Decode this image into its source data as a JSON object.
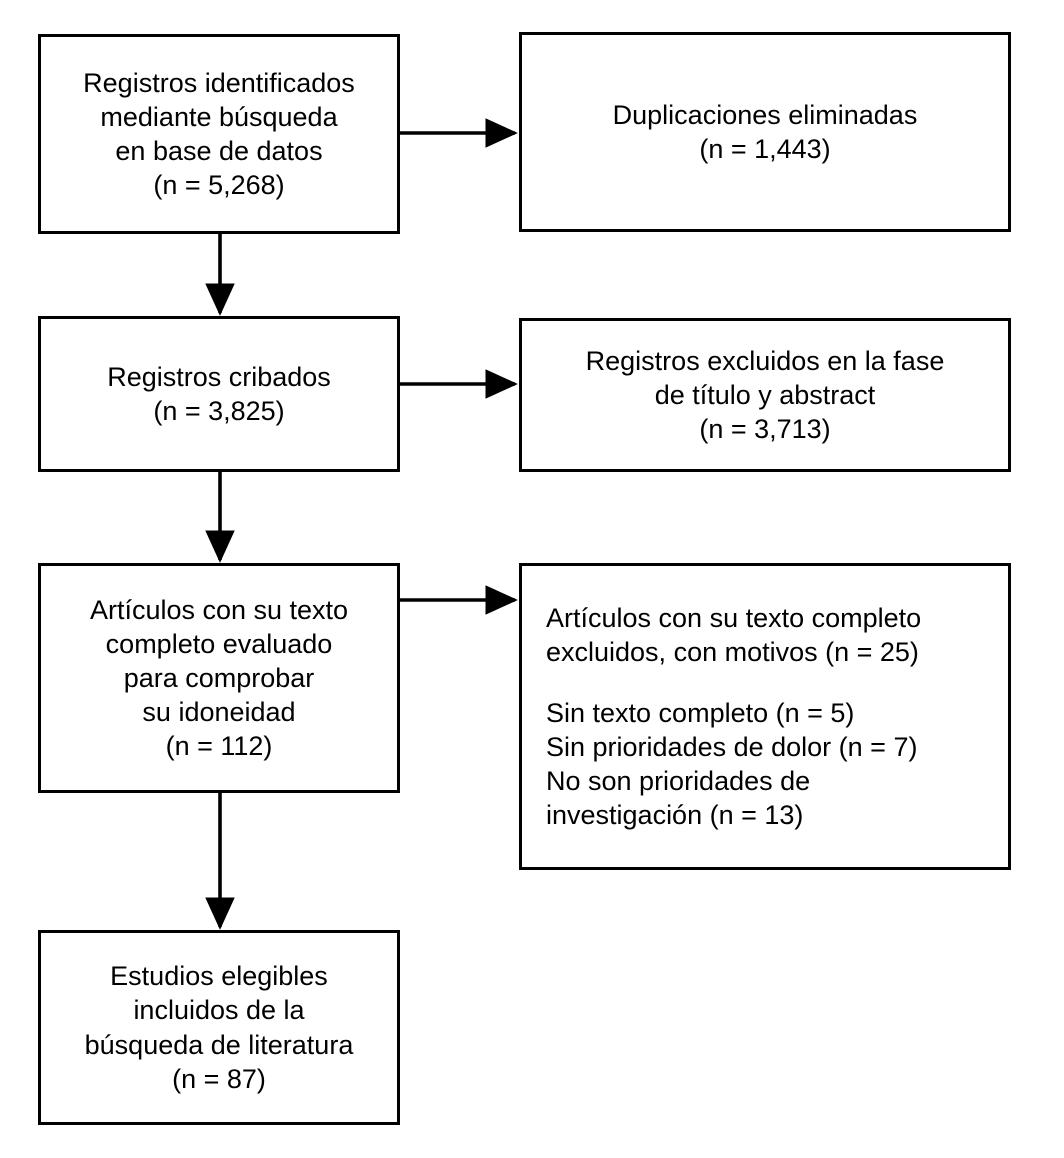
{
  "diagram": {
    "title": "PRISMA flow diagram",
    "language": "es",
    "colors": {
      "border": "#000000",
      "background": "#ffffff",
      "text": "#000000"
    }
  },
  "nodes": {
    "identified": {
      "name": "records-identified",
      "align": "center",
      "lines": [
        "Registros identificados",
        "mediante búsqueda",
        "en base de datos",
        "(n = 5,268)"
      ],
      "count": "5,268"
    },
    "duplicates": {
      "name": "duplicates-removed",
      "align": "center",
      "lines": [
        "Duplicaciones eliminadas",
        "(n = 1,443)"
      ],
      "count": "1,443"
    },
    "screened": {
      "name": "records-screened",
      "align": "center",
      "lines": [
        "Registros cribados",
        "(n = 3,825)"
      ],
      "count": "3,825"
    },
    "excluded_title_abstract": {
      "name": "records-excluded-title-abstract",
      "align": "center",
      "lines": [
        "Registros excluidos en la fase",
        "de título y abstract",
        "(n = 3,713)"
      ],
      "count": "3,713"
    },
    "fulltext_assessed": {
      "name": "fulltext-assessed",
      "align": "center",
      "lines": [
        "Artículos con su texto",
        "completo evaluado",
        "para comprobar",
        "su idoneidad",
        "(n = 112)"
      ],
      "count": "112"
    },
    "fulltext_excluded": {
      "name": "fulltext-excluded-with-reasons",
      "align": "left",
      "lines": [
        "Artículos con su texto completo",
        "excluidos, con motivos (n = 25)",
        "",
        "Sin texto completo (n = 5)",
        "Sin prioridades de dolor (n = 7)",
        "No son prioridades de",
        "investigación (n = 13)"
      ],
      "count": "25",
      "reasons": [
        {
          "label": "Sin texto completo",
          "count": "5"
        },
        {
          "label": "Sin prioridades de dolor",
          "count": "7"
        },
        {
          "label": "No son prioridades de investigación",
          "count": "13"
        }
      ]
    },
    "included": {
      "name": "studies-included",
      "align": "center",
      "lines": [
        "Estudios elegibles",
        "incluidos de la",
        "búsqueda de literatura",
        "(n = 87)"
      ],
      "count": "87"
    }
  },
  "connectors": [
    {
      "name": "arrow-identified-to-duplicates",
      "direction": "right"
    },
    {
      "name": "arrow-identified-to-screened",
      "direction": "down"
    },
    {
      "name": "arrow-screened-to-excluded-title-abstract",
      "direction": "right"
    },
    {
      "name": "arrow-screened-to-fulltext",
      "direction": "down"
    },
    {
      "name": "arrow-fulltext-to-fulltext-excluded",
      "direction": "right"
    },
    {
      "name": "arrow-fulltext-to-included",
      "direction": "down"
    }
  ]
}
